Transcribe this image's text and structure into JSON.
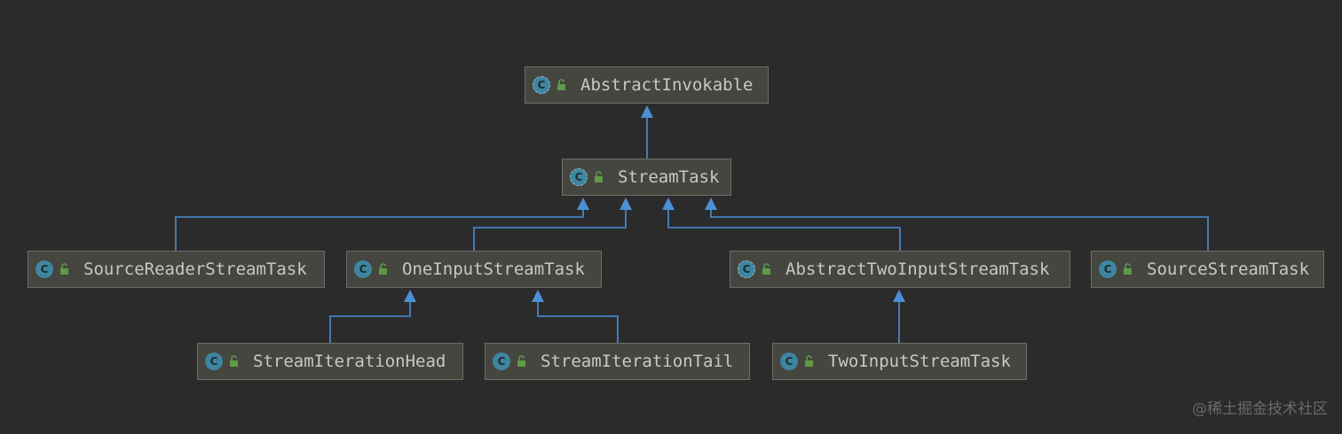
{
  "colors": {
    "background": "#2b2b2b",
    "node_fill": "#45463f",
    "node_border": "#6e6e66",
    "edge": "#4b8fd4",
    "class_icon": "#3e86a0",
    "lock_icon": "#5f9a47",
    "label_text": "#c5c9c9"
  },
  "icons": {
    "class": "class-icon",
    "abstract_class": "abstract-class-icon",
    "public_access": "unlocked-padlock-icon"
  },
  "nodes": {
    "abstract_invokable": {
      "label": "AbstractInvokable",
      "kind": "abstract"
    },
    "stream_task": {
      "label": "StreamTask",
      "kind": "abstract"
    },
    "source_reader_stream_task": {
      "label": "SourceReaderStreamTask",
      "kind": "class"
    },
    "one_input_stream_task": {
      "label": "OneInputStreamTask",
      "kind": "class"
    },
    "abstract_two_input_stream_task": {
      "label": "AbstractTwoInputStreamTask",
      "kind": "abstract"
    },
    "source_stream_task": {
      "label": "SourceStreamTask",
      "kind": "class"
    },
    "stream_iteration_head": {
      "label": "StreamIterationHead",
      "kind": "class"
    },
    "stream_iteration_tail": {
      "label": "StreamIterationTail",
      "kind": "class"
    },
    "two_input_stream_task": {
      "label": "TwoInputStreamTask",
      "kind": "class"
    }
  },
  "edges": [
    {
      "from": "stream_task",
      "to": "abstract_invokable"
    },
    {
      "from": "source_reader_stream_task",
      "to": "stream_task"
    },
    {
      "from": "one_input_stream_task",
      "to": "stream_task"
    },
    {
      "from": "abstract_two_input_stream_task",
      "to": "stream_task"
    },
    {
      "from": "source_stream_task",
      "to": "stream_task"
    },
    {
      "from": "stream_iteration_head",
      "to": "one_input_stream_task"
    },
    {
      "from": "stream_iteration_tail",
      "to": "one_input_stream_task"
    },
    {
      "from": "two_input_stream_task",
      "to": "abstract_two_input_stream_task"
    }
  ],
  "watermark": "@稀土掘金技术社区"
}
